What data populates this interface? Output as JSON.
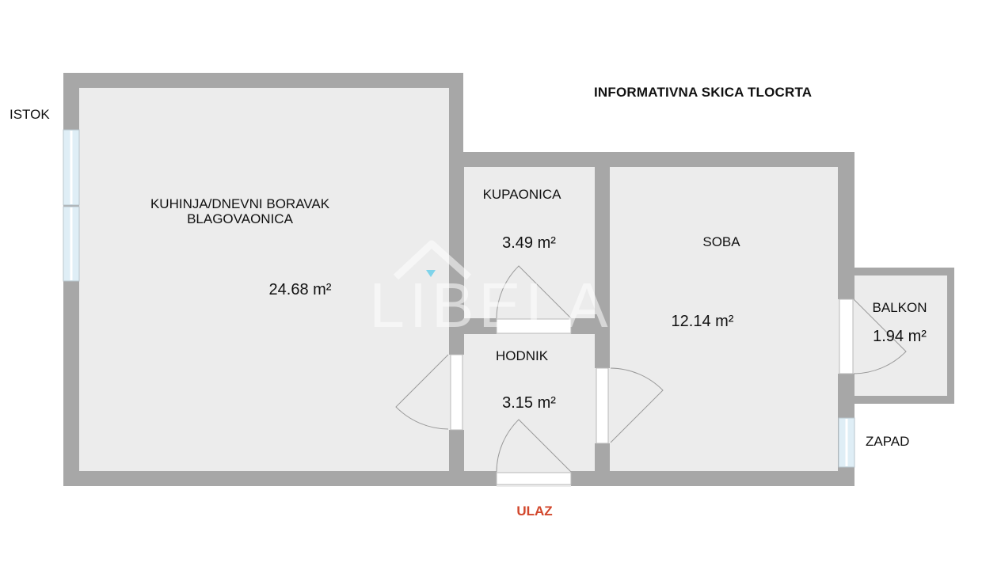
{
  "title": "INFORMATIVNA SKICA TLOCRTA",
  "compass": {
    "east": "ISTOK",
    "west": "ZAPAD"
  },
  "entrance": {
    "label": "ULAZ",
    "color": "#d2472c"
  },
  "watermark": "LIBELA",
  "colors": {
    "wall": "#a7a7a7",
    "floor": "#ececec",
    "window": "#dfeef6",
    "door_arc": "#9a9a9a",
    "marker": "#7fd3ea"
  },
  "rooms": {
    "living": {
      "name_line1": "KUHINJA/DNEVNI BORAVAK",
      "name_line2": "BLAGOVAONICA",
      "area": "24.68 m²"
    },
    "bathroom": {
      "name": "KUPAONICA",
      "area": "3.49 m²"
    },
    "hall": {
      "name": "HODNIK",
      "area": "3.15 m²"
    },
    "bedroom": {
      "name": "SOBA",
      "area": "12.14 m²"
    },
    "balcony": {
      "name": "BALKON",
      "area": "1.94 m²"
    }
  }
}
